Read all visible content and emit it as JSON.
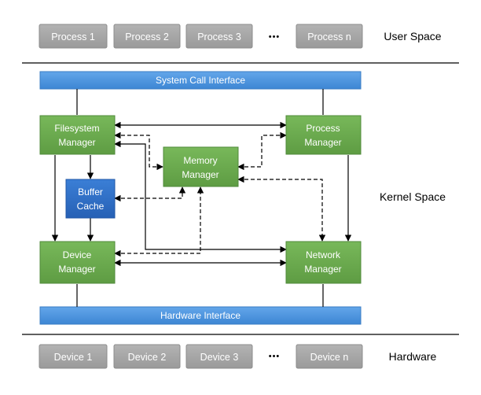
{
  "user_space": {
    "processes": [
      "Process 1",
      "Process 2",
      "Process 3",
      "Process n"
    ],
    "ellipsis": "•••",
    "label": "User Space"
  },
  "kernel": {
    "label": "Kernel Space",
    "syscall_interface": "System Call Interface",
    "hardware_interface": "Hardware Interface",
    "filesystem_manager": [
      "Filesystem",
      "Manager"
    ],
    "process_manager": [
      "Process",
      "Manager"
    ],
    "memory_manager": [
      "Memory",
      "Manager"
    ],
    "buffer_cache": [
      "Buffer",
      "Cache"
    ],
    "device_manager": [
      "Device",
      "Manager"
    ],
    "network_manager": [
      "Network",
      "Manager"
    ]
  },
  "hardware": {
    "devices": [
      "Device 1",
      "Device 2",
      "Device 3",
      "Device n"
    ],
    "ellipsis": "•••",
    "label": "Hardware"
  },
  "colors": {
    "gray_box": "#a6a6a6",
    "gray_border": "#8c8c8c",
    "green_box": "#6aa84f",
    "green_border": "#4f8a3a",
    "blue_bar": "#4a90d9",
    "blue_box": "#2e6fc9",
    "line": "#000000"
  }
}
